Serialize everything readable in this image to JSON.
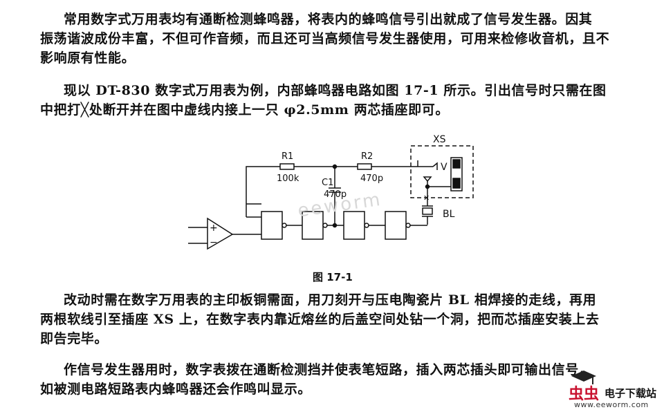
{
  "paragraphs": {
    "p1": [
      "常用数字式万用表均有通断检测蜂鸣器，将表内的蜂鸣信号引出就成了信号发生器。因其",
      "振荡谐波成份丰富，不但可作音频，而且还可当高频信号发生器使用，可用来检修收音机，且不",
      "影响原有性能。"
    ],
    "p2": [
      "现以 DT-830 数字式万用表为例，内部蜂鸣器电路如图 17-1 所示。引出信号时只需在图",
      "中把打╳处断开并在图中虚线内接上一只 φ2.5mm 两芯插座即可。"
    ],
    "p3": [
      "改动时需在数字万用表的主印板铜需面，用刀刻开与压电陶瓷片 BL 相焊接的走线，再用",
      "两根软线引至插座 XS 上，在数字表内靠近熔丝的后盖空间处钻一个洞，把而芯插座安装上去",
      "即告完毕。"
    ],
    "p4": [
      "作信号发生器用时，数字表拨在通断检测挡并使表笔短路，插入两芯插头即可输出信号，",
      "如被测电路短路表内蜂鸣器还会作鸣叫显示。"
    ]
  },
  "figure": {
    "caption": "图 17-1",
    "labels": {
      "xs": "XS",
      "r1": "R1",
      "r1_value": "100k",
      "r2": "R2",
      "r2_value": "470p",
      "c1": "C1",
      "c1_value": "470p",
      "v": "V",
      "bl": "BL",
      "plus": "+",
      "minus": "−"
    },
    "watermark": "eeworm"
  },
  "logo": {
    "glyph": "虫虫",
    "name": "电子下载站",
    "url": "www.eeworm.com"
  }
}
